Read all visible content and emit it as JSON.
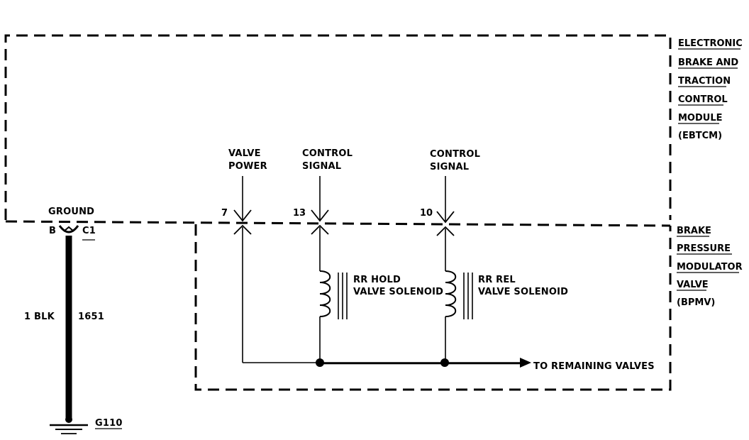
{
  "ebtcm": {
    "lines": [
      "ELECTRONIC",
      "BRAKE AND",
      "TRACTION",
      "CONTROL",
      "MODULE",
      "(EBTCM)"
    ]
  },
  "bpmv": {
    "lines": [
      "BRAKE",
      "PRESSURE",
      "MODULATOR",
      "VALVE",
      "(BPMV)"
    ]
  },
  "ground": {
    "label": "GROUND",
    "terminal": "B",
    "connector": "C1",
    "wire_color": "1 BLK",
    "circuit": "1651",
    "ground_id": "G110"
  },
  "terminals": [
    {
      "pin": "7",
      "line1": "VALVE",
      "line2": "POWER"
    },
    {
      "pin": "13",
      "line1": "CONTROL",
      "line2": "SIGNAL"
    },
    {
      "pin": "10",
      "line1": "CONTROL",
      "line2": "SIGNAL"
    }
  ],
  "solenoids": [
    {
      "line1": "RR HOLD",
      "line2": "VALVE SOLENOID"
    },
    {
      "line1": "RR REL",
      "line2": "VALVE SOLENOID"
    }
  ],
  "bus": {
    "label": "TO REMAINING VALVES"
  }
}
